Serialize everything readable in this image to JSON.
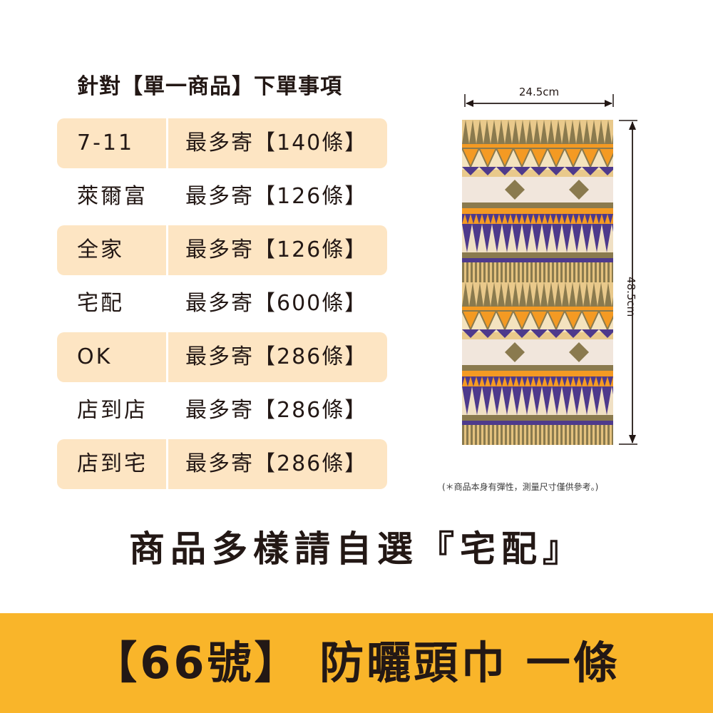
{
  "heading": "針對【單一商品】下單事項",
  "shipping": [
    {
      "store": "7-11",
      "limit": "最多寄【140條】",
      "shaded": true
    },
    {
      "store": "萊爾富",
      "limit": "最多寄【126條】",
      "shaded": false
    },
    {
      "store": "全家",
      "limit": "最多寄【126條】",
      "shaded": true
    },
    {
      "store": "宅配",
      "limit": "最多寄【600條】",
      "shaded": false
    },
    {
      "store": "OK",
      "limit": "最多寄【286條】",
      "shaded": true
    },
    {
      "store": "店到店",
      "limit": "最多寄【286條】",
      "shaded": false
    },
    {
      "store": "店到宅",
      "limit": "最多寄【286條】",
      "shaded": true
    }
  ],
  "product": {
    "width_label": "24.5cm",
    "height_label": "48.5cm",
    "note": "(＊商品本身有彈性，測量尺寸僅供參考。)"
  },
  "tagline": "商品多樣請自選『宅配』",
  "banner": "【66號】 防曬頭巾 一條",
  "colors": {
    "row_shade": "#fde5c3",
    "banner": "#f9b52a",
    "text": "#231815",
    "pattern_purple": "#4e3a8c",
    "pattern_orange": "#f49a23",
    "pattern_tan": "#e9c98b",
    "pattern_olive": "#8a7a4e"
  }
}
